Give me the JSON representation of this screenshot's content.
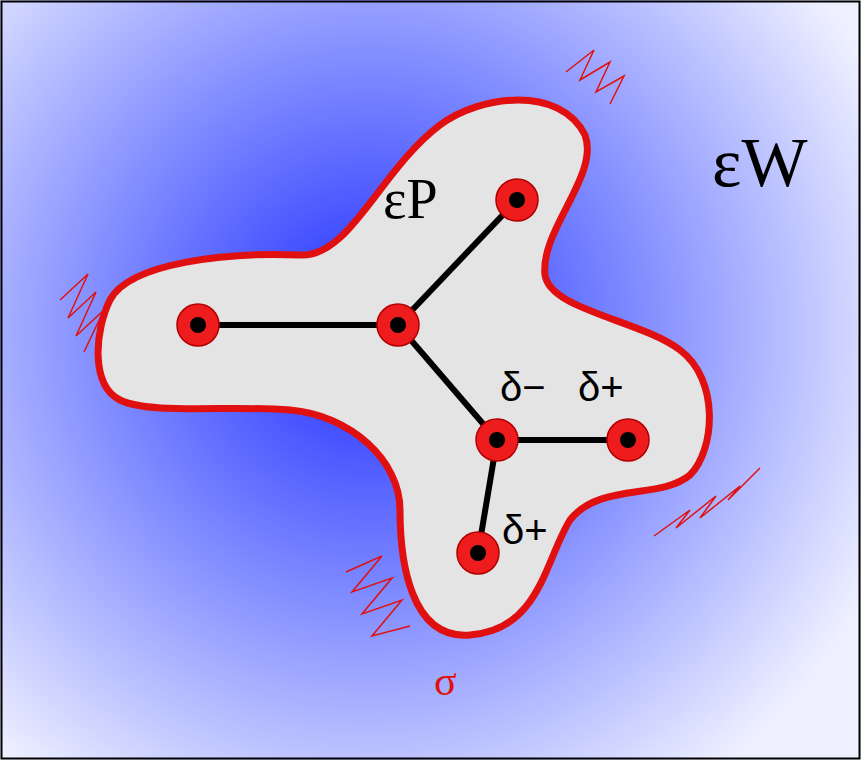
{
  "diagram": {
    "nodes": [
      {
        "text": [
          "εP"
        ]
      }
    ],
    "labels": [
      "εW",
      "δ−",
      "δ+",
      "δ+",
      "σ"
    ]
  }
}
